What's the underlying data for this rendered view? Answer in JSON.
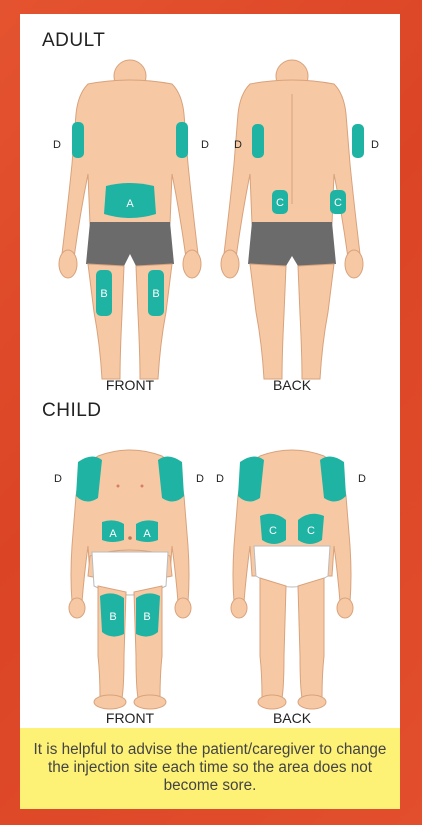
{
  "sections": [
    {
      "title": "ADULT",
      "views": [
        {
          "caption": "FRONT",
          "sites": [
            "A",
            "B",
            "B",
            "D",
            "D"
          ],
          "outer_labels": [
            "D",
            "D"
          ]
        },
        {
          "caption": "BACK",
          "sites": [
            "C",
            "C",
            "D",
            "D"
          ],
          "outer_labels": [
            "D",
            "D"
          ]
        }
      ]
    },
    {
      "title": "CHILD",
      "views": [
        {
          "caption": "FRONT",
          "sites": [
            "A",
            "A",
            "B",
            "B",
            "D",
            "D"
          ],
          "outer_labels": [
            "D",
            "D"
          ]
        },
        {
          "caption": "BACK",
          "sites": [
            "C",
            "C",
            "D",
            "D"
          ],
          "outer_labels": [
            "D",
            "D"
          ]
        }
      ]
    }
  ],
  "colors": {
    "background": "#e04a2b",
    "card": "#ffffff",
    "site": "#1fb3a3",
    "skin": "#f6c9a4",
    "shorts": "#6b6b6b",
    "diaper": "#ffffff",
    "note_bg": "#fdf176"
  },
  "note": "It is helpful to advise the patient/caregiver to change the injection site each time so the area does not become sore."
}
